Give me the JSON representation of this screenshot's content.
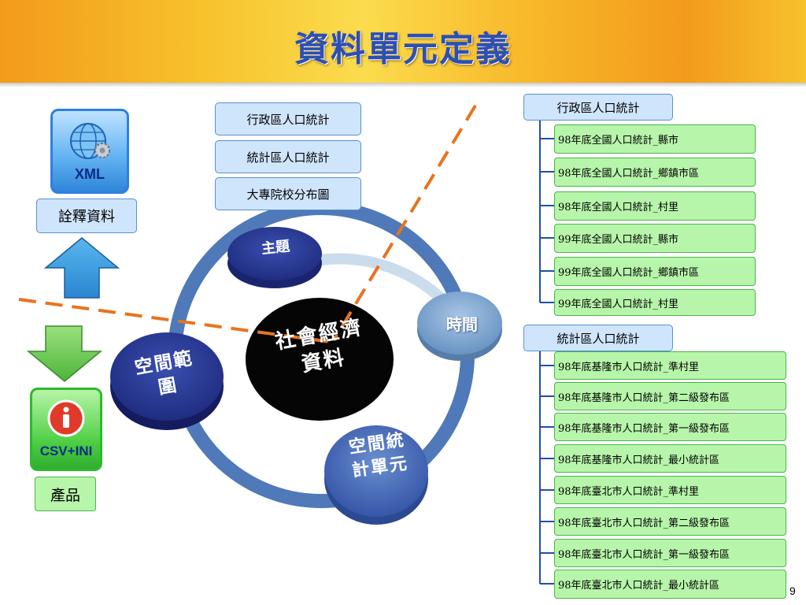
{
  "slide": {
    "title": "資料單元定義",
    "page_number": "9"
  },
  "left": {
    "xml_icon_label": "XML",
    "xml_caption": "詮釋資料",
    "csv_icon_label": "CSV+INI",
    "csv_caption": "產品"
  },
  "topics": [
    "行政區人口統計",
    "統計區人口統計",
    "大專院校分布圖"
  ],
  "cycle": {
    "center": "社會經濟資料",
    "nodes": [
      "主題",
      "時間",
      "空間統計單元",
      "空間範圍"
    ]
  },
  "tree": {
    "groups": [
      {
        "label": "行政區人口統計",
        "items": [
          "98年底全國人口統計_縣市",
          "98年底全國人口統計_鄉鎮市區",
          "98年底全國人口統計_村里",
          "99年底全國人口統計_縣市",
          "99年底全國人口統計_鄉鎮市區",
          "99年底全國人口統計_村里"
        ]
      },
      {
        "label": "統計區人口統計",
        "items": [
          "98年底基隆市人口統計_準村里",
          "98年底基隆市人口統計_第二級發布區",
          "98年底基隆市人口統計_第一級發布區",
          "98年底基隆市人口統計_最小統計區",
          "98年底臺北市人口統計_準村里",
          "98年底臺北市人口統計_第二級發布區",
          "98年底臺北市人口統計_第一級發布區",
          "98年底臺北市人口統計_最小統計區"
        ]
      }
    ]
  },
  "colors": {
    "title": "#2e4fb2",
    "dashed_line": "#e8731f",
    "navy_disc": "#263694",
    "steel_disc": "#7fa6cf",
    "ring": "#4f79b8"
  }
}
